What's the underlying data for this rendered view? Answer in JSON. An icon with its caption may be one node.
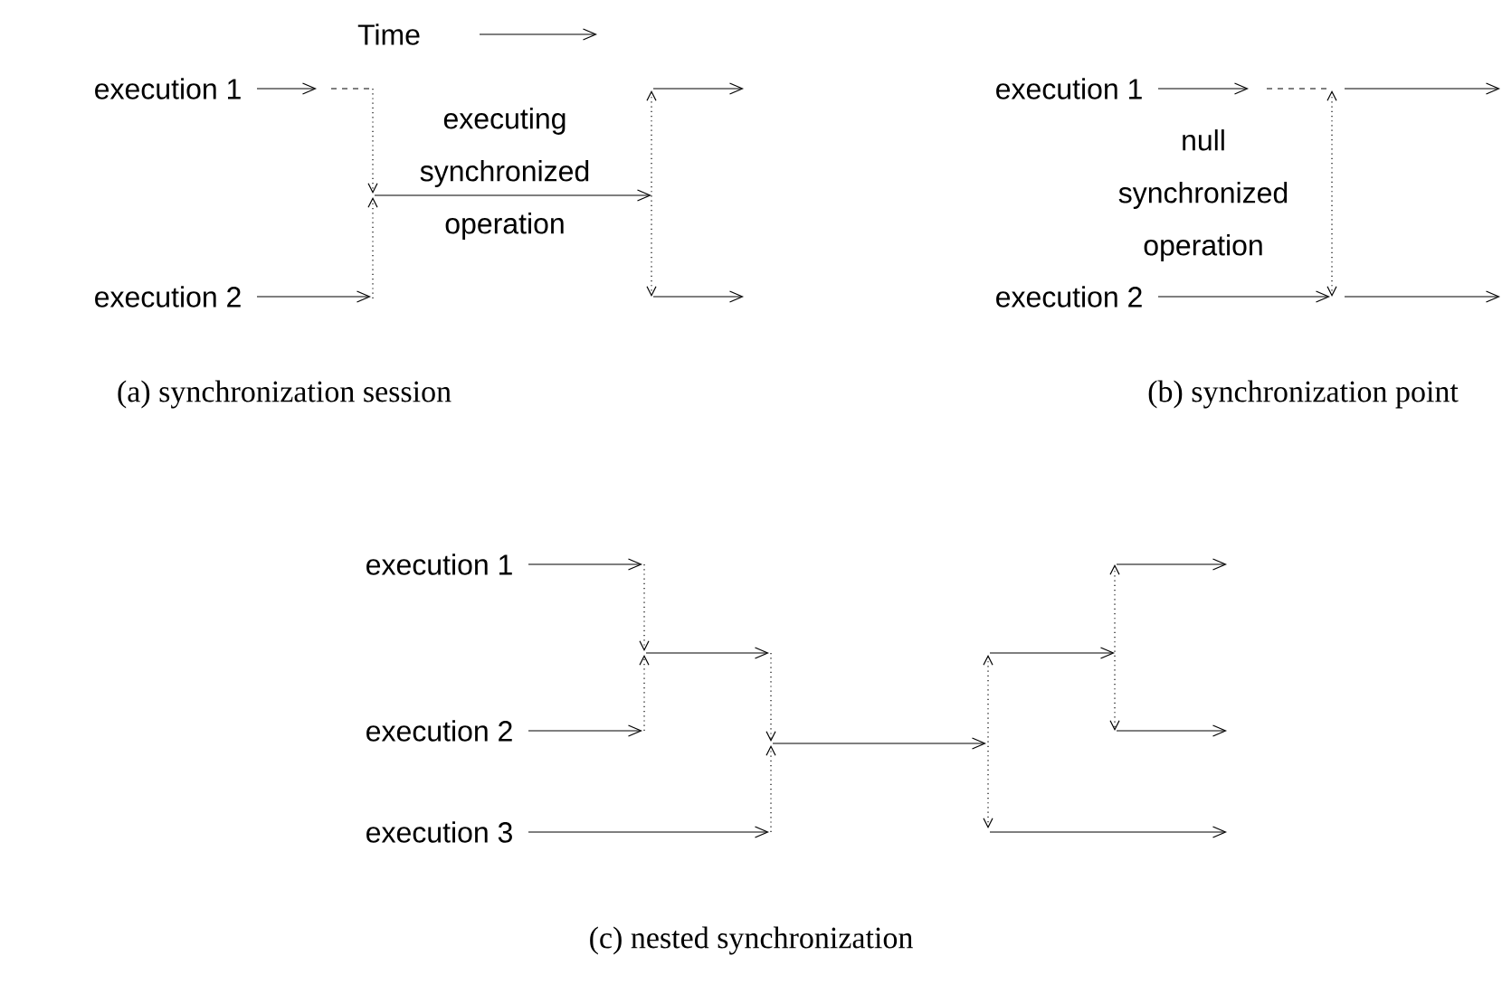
{
  "diagram": {
    "nodes": [
      {
        "text": [
          "execution 1"
        ]
      },
      {
        "text": [
          "execution 2"
        ]
      },
      {
        "text": [
          "execution 1"
        ]
      },
      {
        "text": [
          "execution 2"
        ]
      },
      {
        "text": [
          "execution 1"
        ]
      },
      {
        "text": [
          "execution 2"
        ]
      },
      {
        "text": [
          "execution 3"
        ]
      }
    ],
    "edges": [
      {
        "from": 0,
        "to": null,
        "arrow": "to"
      },
      {
        "from": 1,
        "to": null,
        "arrow": "to"
      },
      {
        "from": 2,
        "to": null,
        "arrow": "to"
      },
      {
        "from": 3,
        "to": null,
        "arrow": "to"
      },
      {
        "from": 4,
        "to": null,
        "arrow": "to"
      },
      {
        "from": 5,
        "to": null,
        "arrow": "to"
      },
      {
        "from": 6,
        "to": null,
        "arrow": "to"
      }
    ],
    "labels": [
      "Time",
      "executing synchronized operation",
      "null synchronized operation",
      "(a) synchronization session",
      "(b) synchronization point",
      "(c) nested synchronization"
    ]
  }
}
